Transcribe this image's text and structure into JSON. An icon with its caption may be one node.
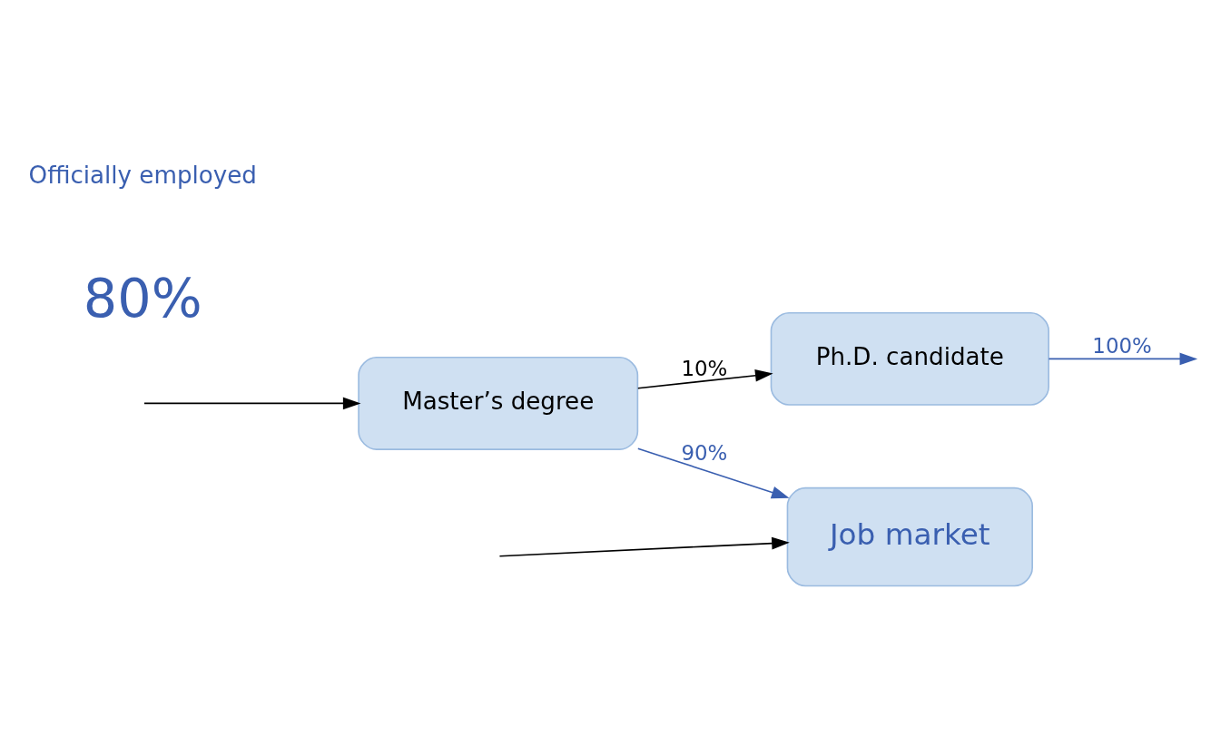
{
  "diagram": {
    "nodes": [
      {
        "text": [
          "Job market"
        ]
      },
      {
        "text": [
          "Master’s degree"
        ]
      },
      {
        "text": [
          "Ph.D. candidate"
        ]
      }
    ],
    "edges": [
      {
        "from": null,
        "to": 0,
        "arrow": "to"
      },
      {
        "from": null,
        "to": 1,
        "arrow": "to"
      },
      {
        "from": 1,
        "to": 0,
        "arrow": "to",
        "label": "90%",
        "color": "#3a5fb0"
      },
      {
        "from": 1,
        "to": 2,
        "arrow": "to",
        "label": "10%"
      },
      {
        "from": 2,
        "to": null,
        "arrow": "to",
        "label": "100%",
        "color": "#3a5fb0"
      }
    ],
    "labels": [
      "80%",
      "Officially employed"
    ]
  }
}
